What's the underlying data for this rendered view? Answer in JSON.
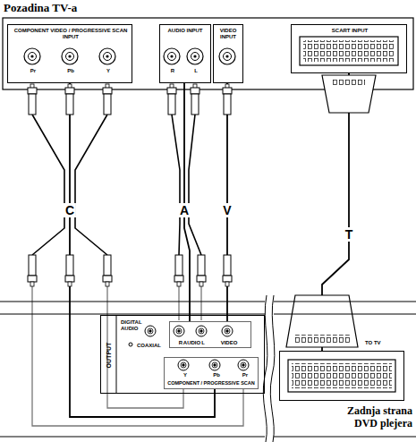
{
  "diagram": {
    "title": "Pozadina TV-a",
    "caption": "Zadnja strana DVD plejera",
    "nodes": [
      {
        "text": [
          "COMPONENT VIDEO / PROGRESSIVE SCAN INPUT",
          "Pr",
          "Pb",
          "Y"
        ]
      },
      {
        "text": [
          "AUDIO INPUT",
          "R",
          "L"
        ]
      },
      {
        "text": [
          "VIDEO INPUT"
        ]
      },
      {
        "text": [
          "SCART INPUT"
        ]
      },
      {
        "text": [
          "OUTPUT",
          "DIGITAL AUDIO",
          "COAXIAL"
        ]
      },
      {
        "text": [
          "R",
          "AUDIO",
          "L",
          "VIDEO"
        ],
        "in": 4
      },
      {
        "text": [
          "Y",
          "Pb",
          "Pr",
          "COMPONENT / PROGRESSIVE SCAN"
        ],
        "in": 4
      },
      {
        "text": [
          "TO TV"
        ]
      }
    ],
    "edges": [
      {
        "from": 0,
        "to": 6,
        "arrow": "none",
        "label": "C"
      },
      {
        "from": 1,
        "to": 5,
        "arrow": "none",
        "label": "A"
      },
      {
        "from": 2,
        "to": 5,
        "arrow": "none",
        "label": "V"
      },
      {
        "from": 3,
        "to": 7,
        "arrow": "none",
        "label": "T"
      }
    ]
  }
}
